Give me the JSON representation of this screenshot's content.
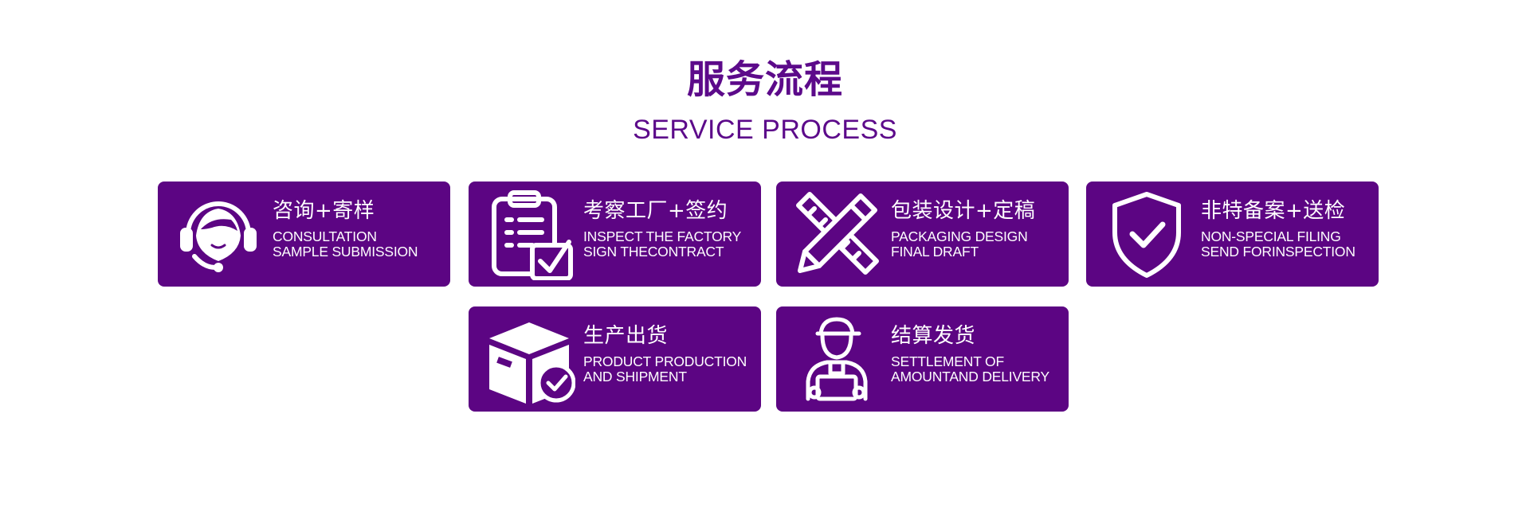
{
  "header": {
    "title_cn": "服务流程",
    "title_en": "SERVICE PROCESS"
  },
  "colors": {
    "accent": "#5c0583",
    "title": "#5c0a8a",
    "card_text": "#ffffff",
    "background": "#ffffff"
  },
  "steps": [
    {
      "icon": "headset-support-icon",
      "title_cn": "咨询+寄样",
      "line1": "CONSULTATION",
      "line2": "SAMPLE SUBMISSION"
    },
    {
      "icon": "clipboard-check-icon",
      "title_cn": "考察工厂+签约",
      "line1": "INSPECT THE FACTORY",
      "line2": "SIGN THECONTRACT"
    },
    {
      "icon": "pencil-ruler-icon",
      "title_cn": "包装设计+定稿",
      "line1": "PACKAGING DESIGN",
      "line2": "FINAL DRAFT"
    },
    {
      "icon": "shield-check-icon",
      "title_cn": "非特备案+送检",
      "line1": "NON-SPECIAL FILING",
      "line2": "SEND FORINSPECTION"
    },
    {
      "icon": "box-check-icon",
      "title_cn": "生产出货",
      "line1": "PRODUCT PRODUCTION",
      "line2": "AND SHIPMENT"
    },
    {
      "icon": "delivery-person-icon",
      "title_cn": "结算发货",
      "line1": "SETTLEMENT OF",
      "line2": "AMOUNTAND DELIVERY"
    }
  ]
}
